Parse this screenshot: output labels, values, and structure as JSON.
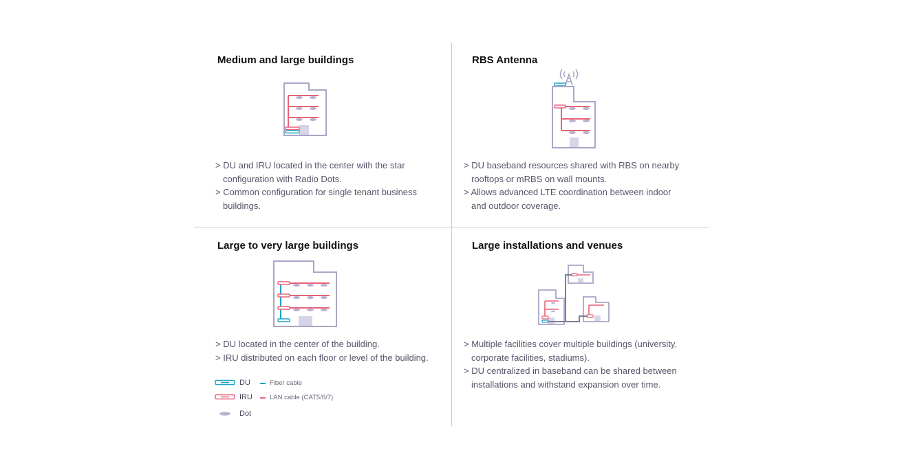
{
  "quadrants": [
    {
      "title": "Medium and large buildings",
      "points": [
        "> DU and IRU located in the center with the star configuration with Radio Dots.",
        "> Common configuration for single tenant business buildings."
      ]
    },
    {
      "title": "RBS Antenna",
      "points": [
        "> DU baseband resources shared with RBS on nearby rooftops or mRBS on wall mounts.",
        "> Allows advanced LTE coordination between indoor and outdoor coverage."
      ]
    },
    {
      "title": "Large to very large buildings",
      "points": [
        "> DU located in the center of the building.",
        "> IRU distributed on each floor or level of the building."
      ]
    },
    {
      "title": "Large installations and venues",
      "points": [
        "> Multiple facilities cover multiple buildings (university, corporate facilities, stadiums).",
        "> DU centralized in baseband can be shared between installations and withstand expansion over time."
      ]
    }
  ],
  "legend": {
    "du_label": "DU",
    "iru_label": "IRU",
    "dot_label": "Dot",
    "fiber_label": "Fiber cable",
    "lan_label": "LAN cable (CAT5/6/7)"
  },
  "colors": {
    "fiber": "#1aa3c4",
    "lan": "#e8627a",
    "building": "#a8a6c6",
    "dot": "#b7b4cf",
    "divider": "#c9c9d6"
  }
}
